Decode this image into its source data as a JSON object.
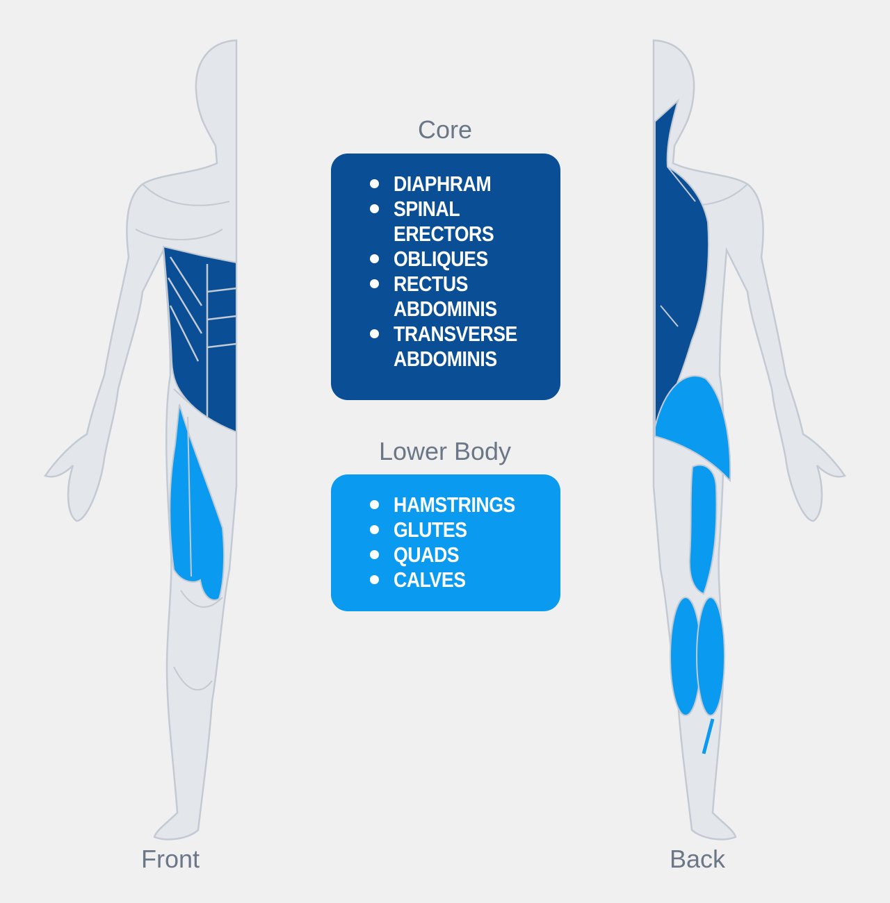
{
  "colors": {
    "background": "#f0f0f0",
    "core": "#0a4f96",
    "lower_body": "#0a9bf0",
    "body": "#e3e6ea",
    "outline": "#c3cad3",
    "label": "#6b7787"
  },
  "core": {
    "title": "Core",
    "items": [
      "DIAPHRAM",
      "SPINAL ERECTORS",
      "OBLIQUES",
      "RECTUS ABDOMINIS",
      "TRANSVERSE ABDOMINIS"
    ]
  },
  "lower_body": {
    "title": "Lower Body",
    "items": [
      "HAMSTRINGS",
      "GLUTES",
      "QUADS",
      "CALVES"
    ]
  },
  "figures": {
    "front_label": "Front",
    "back_label": "Back"
  }
}
